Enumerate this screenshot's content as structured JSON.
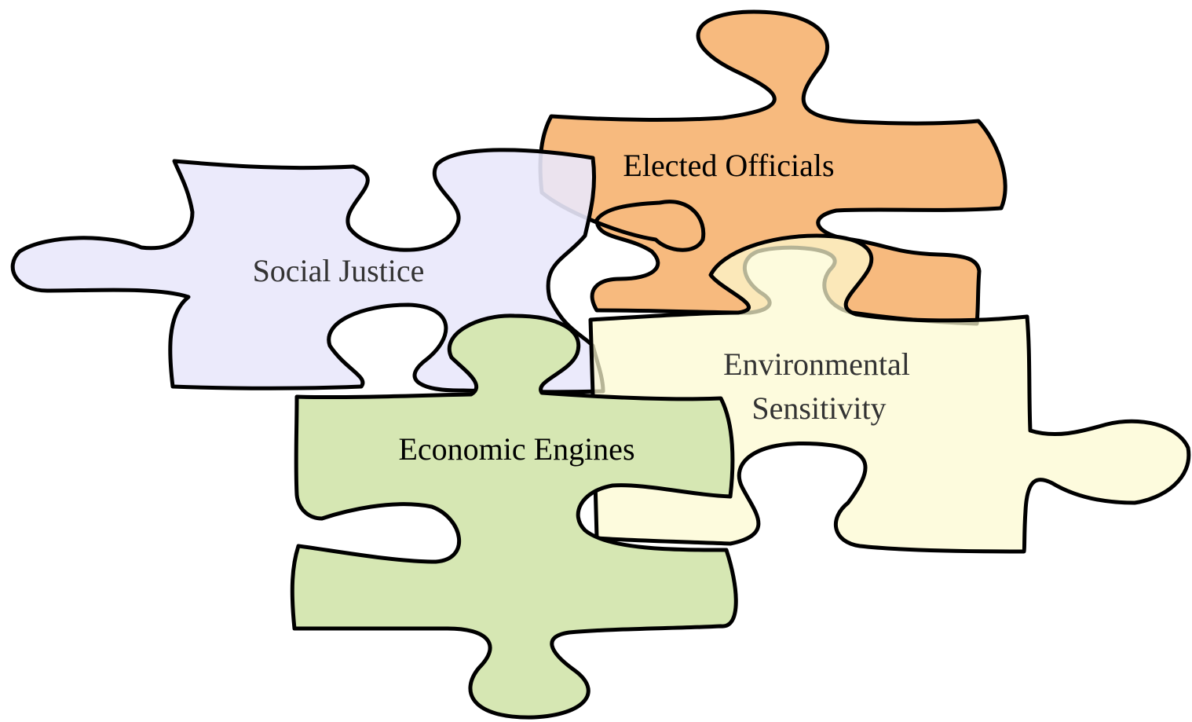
{
  "diagram": {
    "pieces": {
      "social_justice": {
        "label": "Social Justice",
        "fill": "#e9e8fb",
        "opacity": 0.9
      },
      "elected_officials": {
        "label": "Elected Officials",
        "fill": "#f5a65a",
        "opacity": 0.78
      },
      "environmental_sensitivity": {
        "label_line1": "Environmental",
        "label_line2": "Sensitivity",
        "fill": "#fcfad0",
        "opacity": 0.72
      },
      "economic_engines": {
        "label": "Economic Engines",
        "fill": "#d6e7b3",
        "opacity": 1
      }
    }
  }
}
